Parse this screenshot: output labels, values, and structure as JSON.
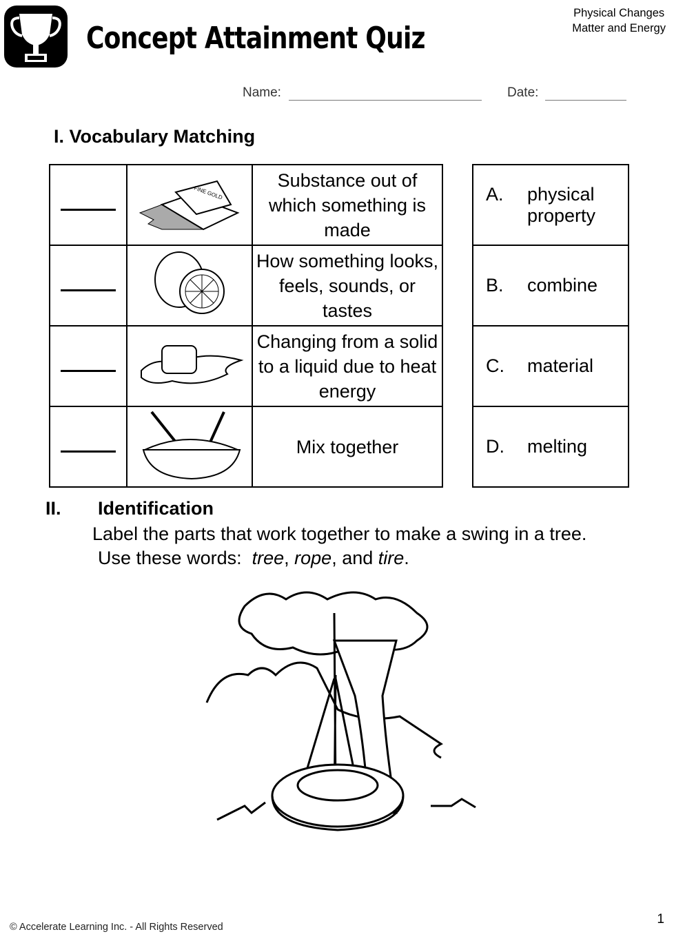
{
  "header": {
    "title": "Concept Attainment Quiz",
    "topic_lines": [
      "Physical Changes",
      "Matter and Energy"
    ],
    "name_label": "Name:",
    "date_label": "Date:"
  },
  "section1": {
    "heading": "I.  Vocabulary Matching",
    "definitions": [
      {
        "text": "Substance out of which something is made",
        "image": "gold-bars",
        "image_text": "FINE GOLD"
      },
      {
        "text": "How something looks, feels, sounds, or tastes",
        "image": "lemon"
      },
      {
        "text": "Changing from a solid to a liquid due to heat energy",
        "image": "melting-ice-cube"
      },
      {
        "text": "Mix together",
        "image": "salad-bowl"
      }
    ],
    "terms": [
      {
        "letter": "A.",
        "term": "physical property"
      },
      {
        "letter": "B.",
        "term": "combine"
      },
      {
        "letter": "C.",
        "term": "material"
      },
      {
        "letter": "D.",
        "term": "melting"
      }
    ]
  },
  "section2": {
    "number": "II.",
    "heading": "Identification",
    "instruction": "Label the parts that work together to make a swing in a tree.",
    "words_prefix": "Use these words:  ",
    "words": [
      "tree",
      "rope",
      "tire"
    ],
    "sep1": ", ",
    "sep2": ", and ",
    "end": "."
  },
  "footer": {
    "copyright": "© Accelerate Learning Inc. - All Rights Reserved",
    "page": "1"
  }
}
